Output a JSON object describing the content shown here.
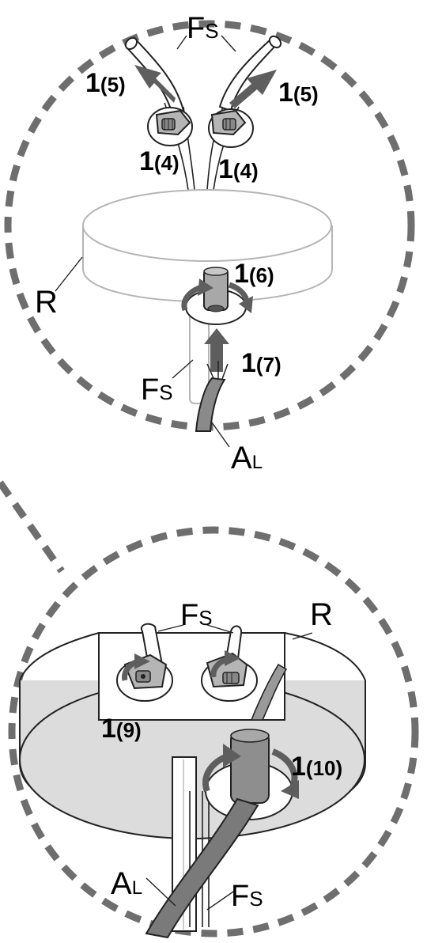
{
  "colors": {
    "dash": "#6e6e6e",
    "arrow": "#5e5e5e",
    "canopy_shade": "#dcdcdc",
    "line": "#222222",
    "light_line": "#b5b5b5"
  },
  "top_panel": {
    "label_fs_top": {
      "main": "F",
      "sub": "S"
    },
    "step_left_5": {
      "main": "1",
      "paren": "(5)"
    },
    "step_right_5": {
      "main": "1",
      "paren": "(5)"
    },
    "step_left_4": {
      "main": "1",
      "paren": "(4)"
    },
    "step_right_4": {
      "main": "1",
      "paren": "(4)"
    },
    "step_6": {
      "main": "1",
      "paren": "(6)"
    },
    "step_7": {
      "main": "1",
      "paren": "(7)"
    },
    "label_r": "R",
    "label_fs_bottom": {
      "main": "F",
      "sub": "S"
    },
    "label_al": {
      "main": "A",
      "sub": "L"
    }
  },
  "bottom_panel": {
    "label_fs_top": {
      "main": "F",
      "sub": "S"
    },
    "label_r": "R",
    "step_9": {
      "main": "1",
      "paren": "(9)"
    },
    "step_10": {
      "main": "1",
      "paren": "(10)"
    },
    "label_al": {
      "main": "A",
      "sub": "L"
    },
    "label_fs_bottom": {
      "main": "F",
      "sub": "S"
    }
  },
  "icons": [
    "rotate-arrow-icon",
    "direction-arrow-icon",
    "clamp-screw-icon"
  ]
}
